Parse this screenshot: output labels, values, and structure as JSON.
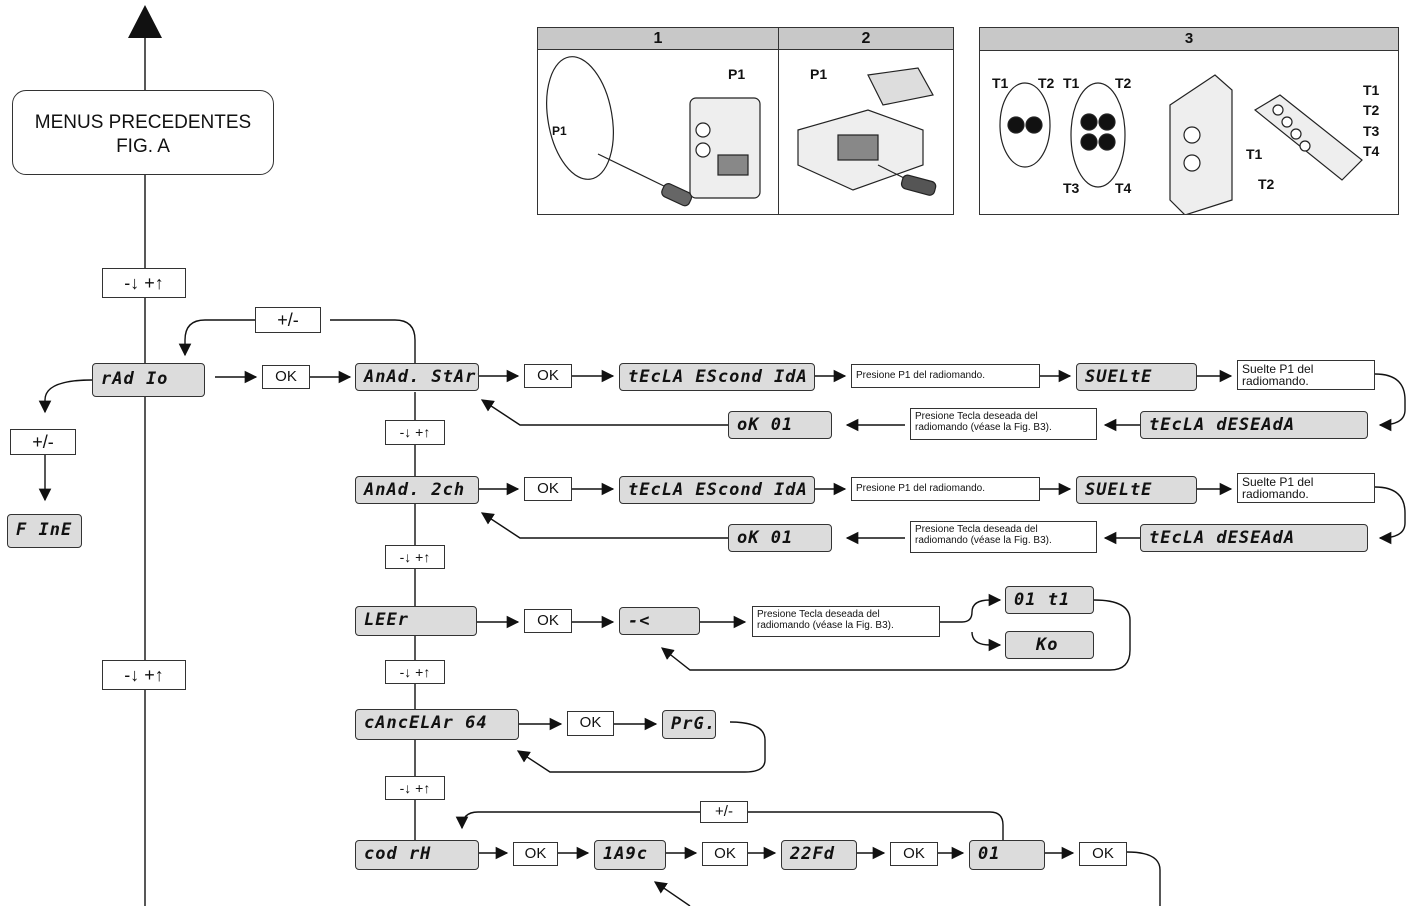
{
  "top_box": {
    "line1": "MENUS PRECEDENTES",
    "line2": "FIG. A"
  },
  "figure_panels": {
    "p1": "1",
    "p2": "2",
    "p3": "3",
    "tags": {
      "P1": "P1",
      "T1": "T1",
      "T2": "T2",
      "T3": "T3",
      "T4": "T4"
    }
  },
  "nav_key": "-↓ +↑",
  "plusminus": "+/-",
  "ok": "OK",
  "main_menu": {
    "radio": "rAd Io",
    "fine": "F InE"
  },
  "rows": {
    "start": {
      "title": "AnAd. StArt",
      "hidden": "tEcLA EScond IdA",
      "press": "Presione P1 del radiomando.",
      "release_lcd": "SUELtE",
      "release_note": "Suelte P1 del radiomando.",
      "desired": "tEcLA dESEAdA",
      "desired_note": "Presione Tecla deseada del radiomando (véase la Fig. B3).",
      "result": "oK 01"
    },
    "twoch": {
      "title": "AnAd. 2ch",
      "hidden": "tEcLA EScond IdA",
      "press": "Presione P1 del radiomando.",
      "release_lcd": "SUELtE",
      "release_note": "Suelte P1 del radiomando.",
      "desired": "tEcLA dESEAdA",
      "desired_note": "Presione Tecla deseada del radiomando (véase la Fig. B3).",
      "result": "oK 01"
    },
    "read": {
      "title": "LEEr",
      "wait": "-<",
      "note": "Presione Tecla deseada del radiomando (véase la Fig. B3).",
      "found": "01 t1",
      "none": "Ko"
    },
    "cancel": {
      "title": "cAncELAr 64",
      "prg": "PrG."
    },
    "code": {
      "title": "cod rH",
      "v1": "1A9c",
      "v2": "22Fd",
      "v3": "01"
    }
  }
}
